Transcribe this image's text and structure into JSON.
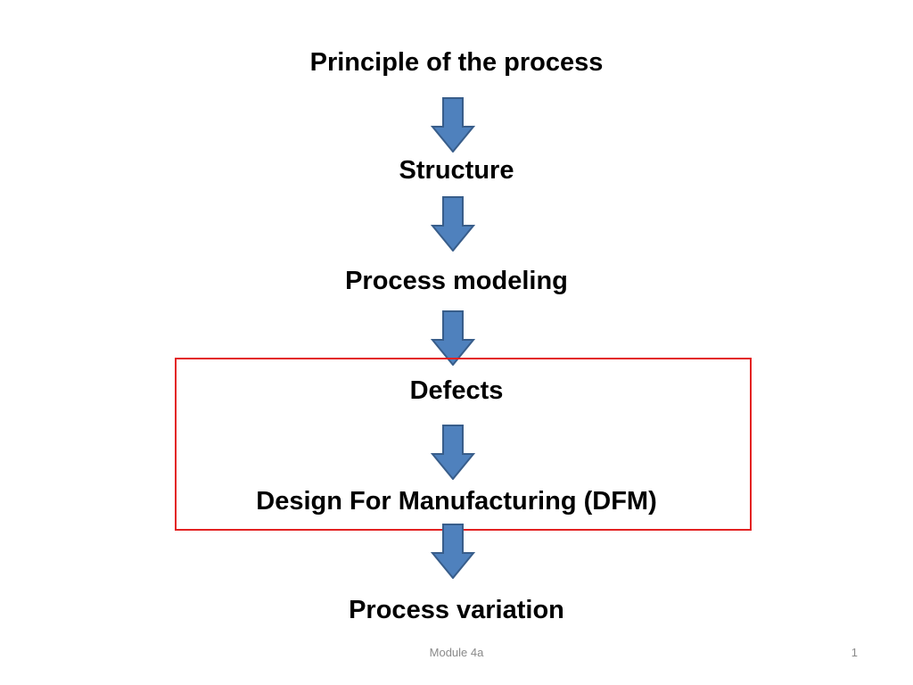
{
  "flow": {
    "steps": [
      "Principle of the process",
      "Structure",
      "Process modeling",
      "Defects",
      "Design For Manufacturing (DFM)",
      "Process variation"
    ]
  },
  "colors": {
    "arrow_fill": "#4f81bd",
    "arrow_stroke": "#385d8a",
    "highlight_border": "#e32222"
  },
  "icons": {
    "arrow": "down-arrow-icon"
  },
  "footer": {
    "module": "Module 4a",
    "page_number": "1"
  }
}
